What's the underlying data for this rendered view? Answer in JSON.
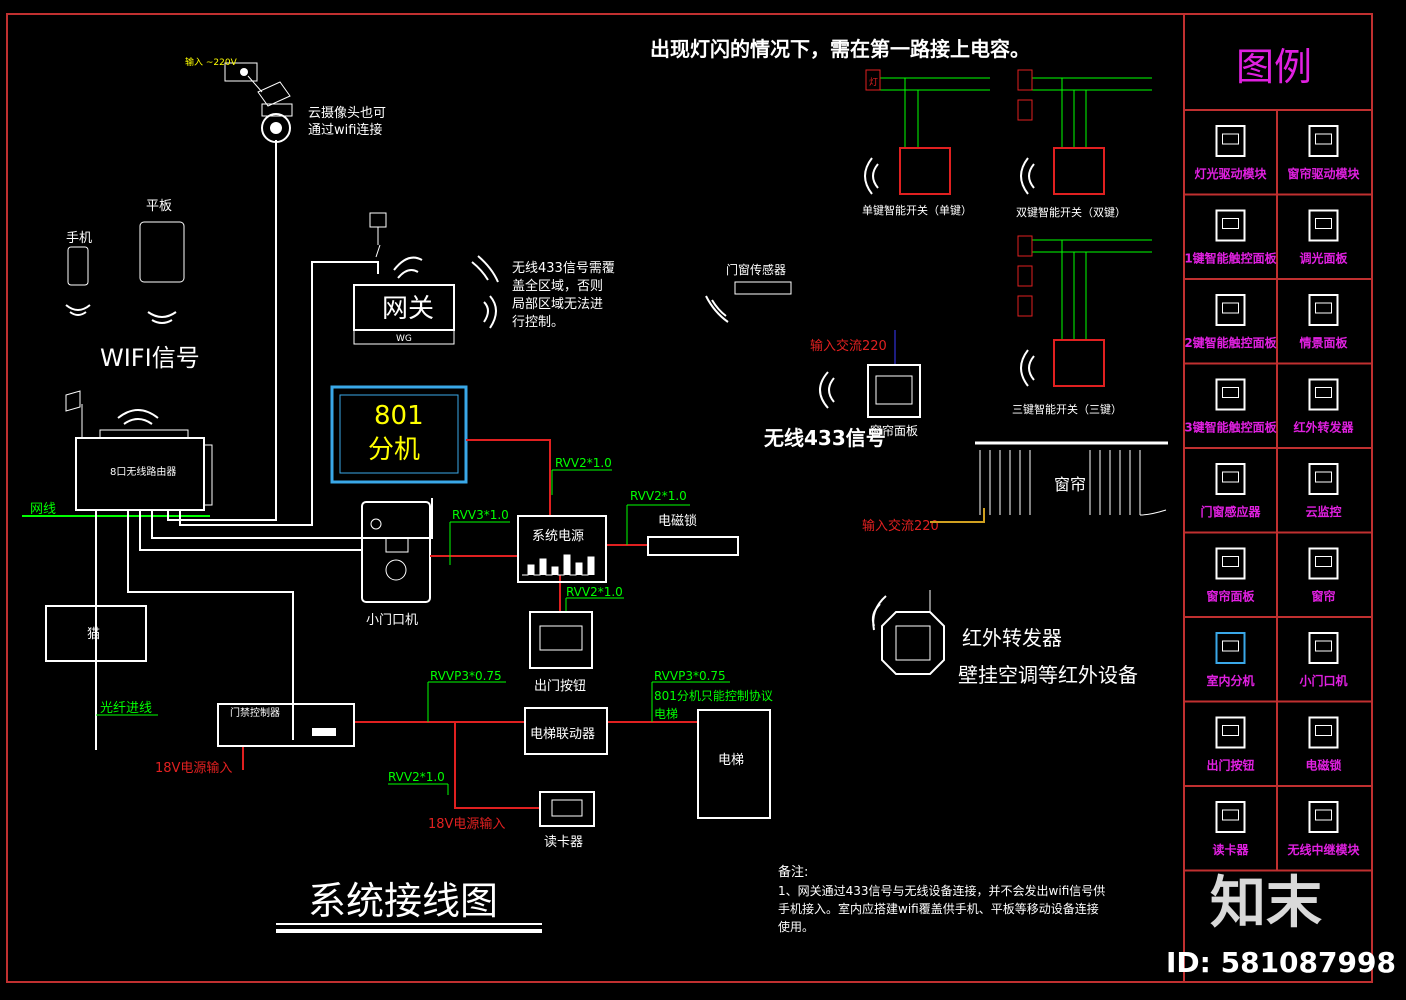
{
  "top_note": "出现灯闪的情况下，需在第一路接上电容。",
  "title": "系统接线图",
  "legend": {
    "title": "图例",
    "items": [
      "灯光驱动模块",
      "窗帘驱动模块",
      "1键智能触控面板",
      "调光面板",
      "2键智能触控面板",
      "情景面板",
      "3键智能触控面板",
      "红外转发器",
      "门窗感应器",
      "云监控",
      "窗帘面板",
      "窗帘",
      "室内分机",
      "小门口机",
      "出门按钮",
      "电磁锁",
      "读卡器",
      "无线中继模块"
    ]
  },
  "labels": {
    "power_in": "输入\n~220V",
    "camera_note_1": "云摄像头也可",
    "camera_note_2": "通过wifi连接",
    "phone": "手机",
    "tablet": "平板",
    "wifi_signal": "WIFI信号",
    "router": "8口无线路由器",
    "net_line": "网线",
    "modem": "猫",
    "fiber": "光纤进线",
    "gateway": "网关",
    "gateway_sub": "WG",
    "note_433_1": "无线433信号需覆",
    "note_433_2": "盖全区域，否则",
    "note_433_3": "局部区域无法进",
    "note_433_4": "行控制。",
    "indoor_num": "801",
    "indoor_name": "分机",
    "small_door": "小门口机",
    "sys_power": "系统电源",
    "em_lock": "电磁锁",
    "exit_btn": "出门按钮",
    "door_ctrl": "门禁控制器",
    "pwr18_1": "18V电源输入",
    "elev_link": "电梯联动器",
    "elevator": "电梯",
    "card_reader": "读卡器",
    "pwr18_2": "18V电源输入",
    "cable_rvv2_a": "RVV2*1.0",
    "cable_rvv2_b": "RVV2*1.0",
    "cable_rvv3": "RVV3*1.0",
    "cable_rvv2_c": "RVV2*1.0",
    "cable_rvvp3_a": "RVVP3*0.75",
    "cable_rvvp3_b": "RVVP3*0.75",
    "cable_rvv2_d": "RVV2*1.0",
    "elev_note_1": "801分机只能控制协议",
    "elev_note_2": "电梯",
    "door_sensor": "门窗传感器",
    "ac_in_1": "输入交流220",
    "ac_in_2": "输入交流220",
    "wireless_433": "无线433信号",
    "curtain_panel": "窗帘面板",
    "curtain": "窗帘",
    "sw1": "单键智能开关（单键）",
    "sw2": "双键智能开关（双键）",
    "sw3": "三键智能开关（三键）",
    "ir_1": "红外转发器",
    "ir_2": "壁挂空调等红外设备",
    "remark_title": "备注:",
    "remark_1": "1、网关通过433信号与无线设备连接，并不会发出wifi信号供",
    "remark_2": "手机接入。室内应搭建wifi覆盖供手机、平板等移动设备连接",
    "remark_3": "使用。",
    "lamp": "灯",
    "wm_logo": "知末",
    "wm_id": "ID: 581087998"
  }
}
